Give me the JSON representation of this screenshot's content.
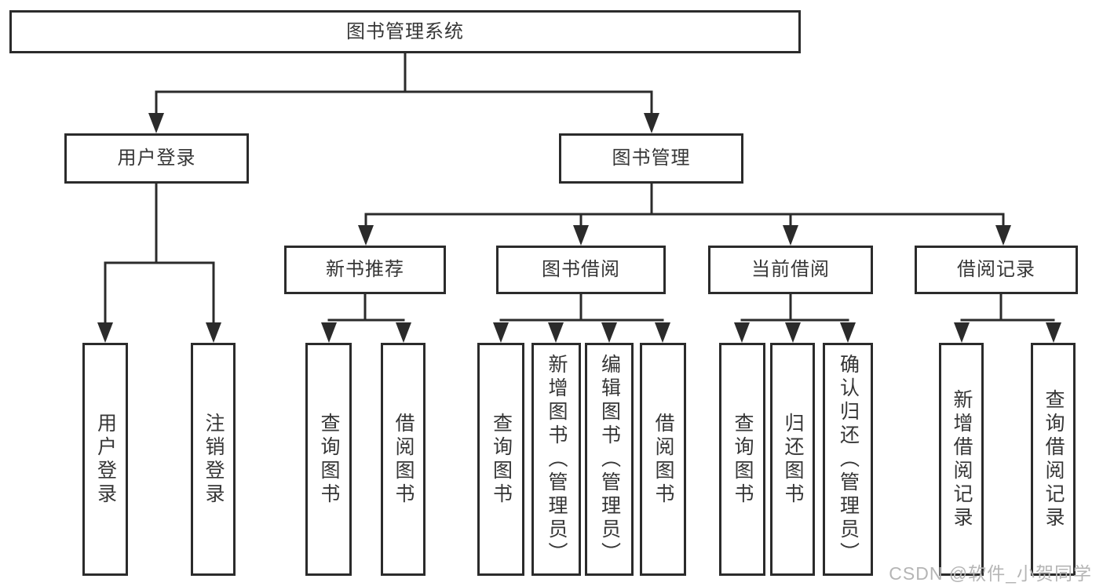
{
  "tree": {
    "root": {
      "label": "图书管理系统"
    },
    "branches": [
      {
        "label": "用户登录",
        "children": [
          {
            "label": "用户登录"
          },
          {
            "label": "注销登录"
          }
        ]
      },
      {
        "label": "图书管理",
        "children": [
          {
            "label": "新书推荐",
            "children": [
              {
                "label": "查询图书"
              },
              {
                "label": "借阅图书"
              }
            ]
          },
          {
            "label": "图书借阅",
            "children": [
              {
                "label": "查询图书"
              },
              {
                "label": "新增图书（管理员）"
              },
              {
                "label": "编辑图书（管理员）"
              },
              {
                "label": "借阅图书"
              }
            ]
          },
          {
            "label": "当前借阅",
            "children": [
              {
                "label": "查询图书"
              },
              {
                "label": "归还图书"
              },
              {
                "label": "确认归还（管理员）"
              }
            ]
          },
          {
            "label": "借阅记录",
            "children": [
              {
                "label": "新增借阅记录"
              },
              {
                "label": "查询借阅记录"
              }
            ]
          }
        ]
      }
    ]
  },
  "watermark": {
    "text": "CSDN @软件_小贺同学"
  },
  "colors": {
    "line": "#2b2b2b",
    "text": "#363636",
    "watermark": "#b5b5b5",
    "background": "#ffffff"
  }
}
